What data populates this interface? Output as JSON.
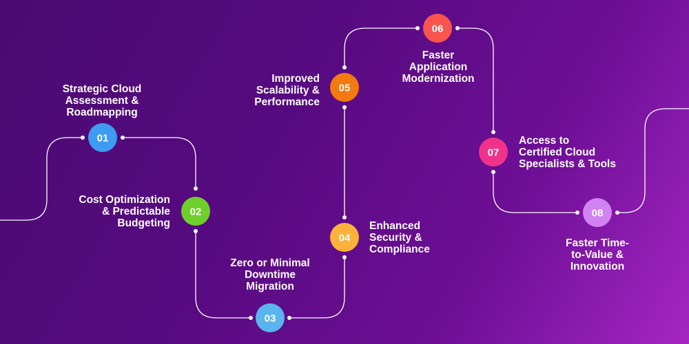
{
  "steps": [
    {
      "number": "01",
      "label": "Strategic Cloud\nAssessment &\nRoadmapping",
      "color": "#3d9cf2"
    },
    {
      "number": "02",
      "label": "Cost Optimization\n& Predictable\nBudgeting",
      "color": "#6fcf2a"
    },
    {
      "number": "03",
      "label": "Zero or Minimal\nDowntime\nMigration",
      "color": "#5ab4ee"
    },
    {
      "number": "04",
      "label": "Enhanced\nSecurity &\nCompliance",
      "color": "#fbb13a"
    },
    {
      "number": "05",
      "label": "Improved\nScalability &\nPerformance",
      "color": "#f27a0e"
    },
    {
      "number": "06",
      "label": "Faster\nApplication\nModernization",
      "color": "#f9544e"
    },
    {
      "number": "07",
      "label": "Access to\nCertified Cloud\nSpecialists & Tools",
      "color": "#f0328a"
    },
    {
      "number": "08",
      "label": "Faster Time-\nto-Value &\nInnovation",
      "color": "#d283f2"
    }
  ]
}
